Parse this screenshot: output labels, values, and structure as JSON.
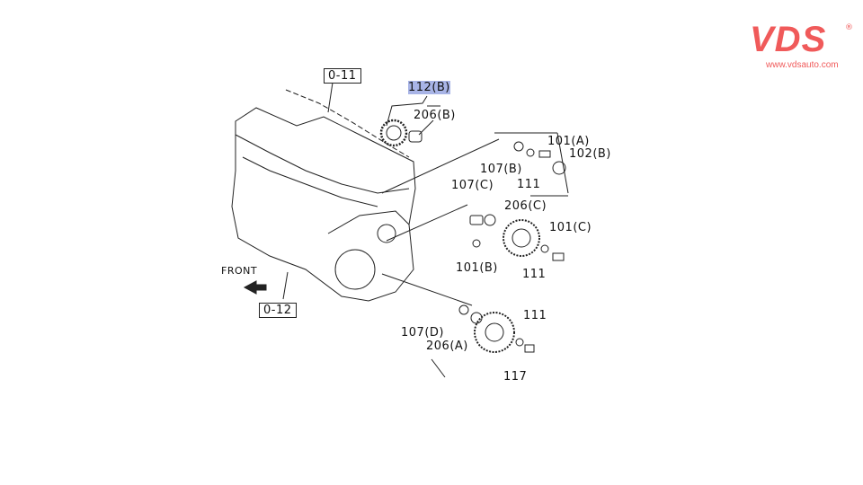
{
  "logo": {
    "brand": "VDS",
    "url": "www.vdsauto.com",
    "reg": "®",
    "color": "#f05a5a"
  },
  "highlight_color": "#a8b4e6",
  "labels": {
    "ref_0_11": "0-11",
    "ref_0_12": "0-12",
    "front": "FRONT",
    "p112b": "112(B)",
    "p206b": "206(B)",
    "p101a": "101(A)",
    "p102b": "102(B)",
    "p107b": "107(B)",
    "p111_a": "111",
    "p107c": "107(C)",
    "p206c": "206(C)",
    "p101c": "101(C)",
    "p101b": "101(B)",
    "p111_b": "111",
    "p111_c": "111",
    "p107d": "107(D)",
    "p206a": "206(A)",
    "p117": "117"
  }
}
